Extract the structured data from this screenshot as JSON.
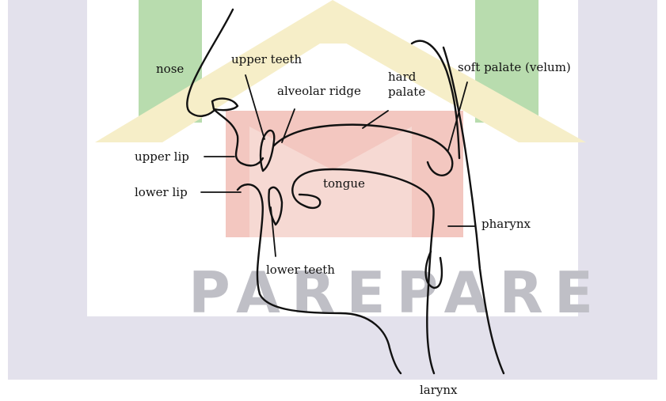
{
  "watermark": {
    "text": "PAREPARE",
    "colors": {
      "green": "#b8dcae",
      "yellow": "#f6eec8",
      "red": "#f3c7c0",
      "lavender": "#e3e1ec",
      "text": "#bfbfc6"
    }
  },
  "labels": {
    "nose": "nose",
    "upper_teeth": "upper teeth",
    "alveolar_ridge": "alveolar ridge",
    "hard_palate_line1": "hard",
    "hard_palate_line2": "palate",
    "soft_palate": "soft palate (velum)",
    "upper_lip": "upper lip",
    "lower_lip": "lower lip",
    "tongue": "tongue",
    "pharynx": "pharynx",
    "lower_teeth": "lower teeth",
    "larynx": "larynx"
  },
  "line_color": "#111111"
}
